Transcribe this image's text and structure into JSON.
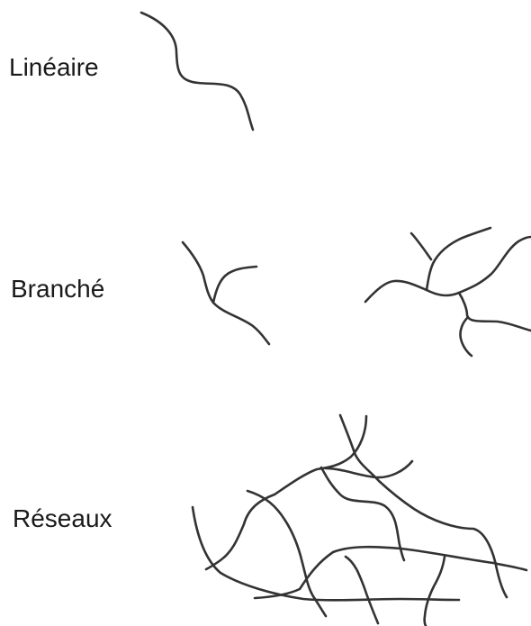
{
  "labels": {
    "linear": "Linéaire",
    "branched": "Branché",
    "network": "Réseaux"
  },
  "colors": {
    "stroke": "#333333",
    "text": "#1a1a1a",
    "background": "#ffffff"
  }
}
